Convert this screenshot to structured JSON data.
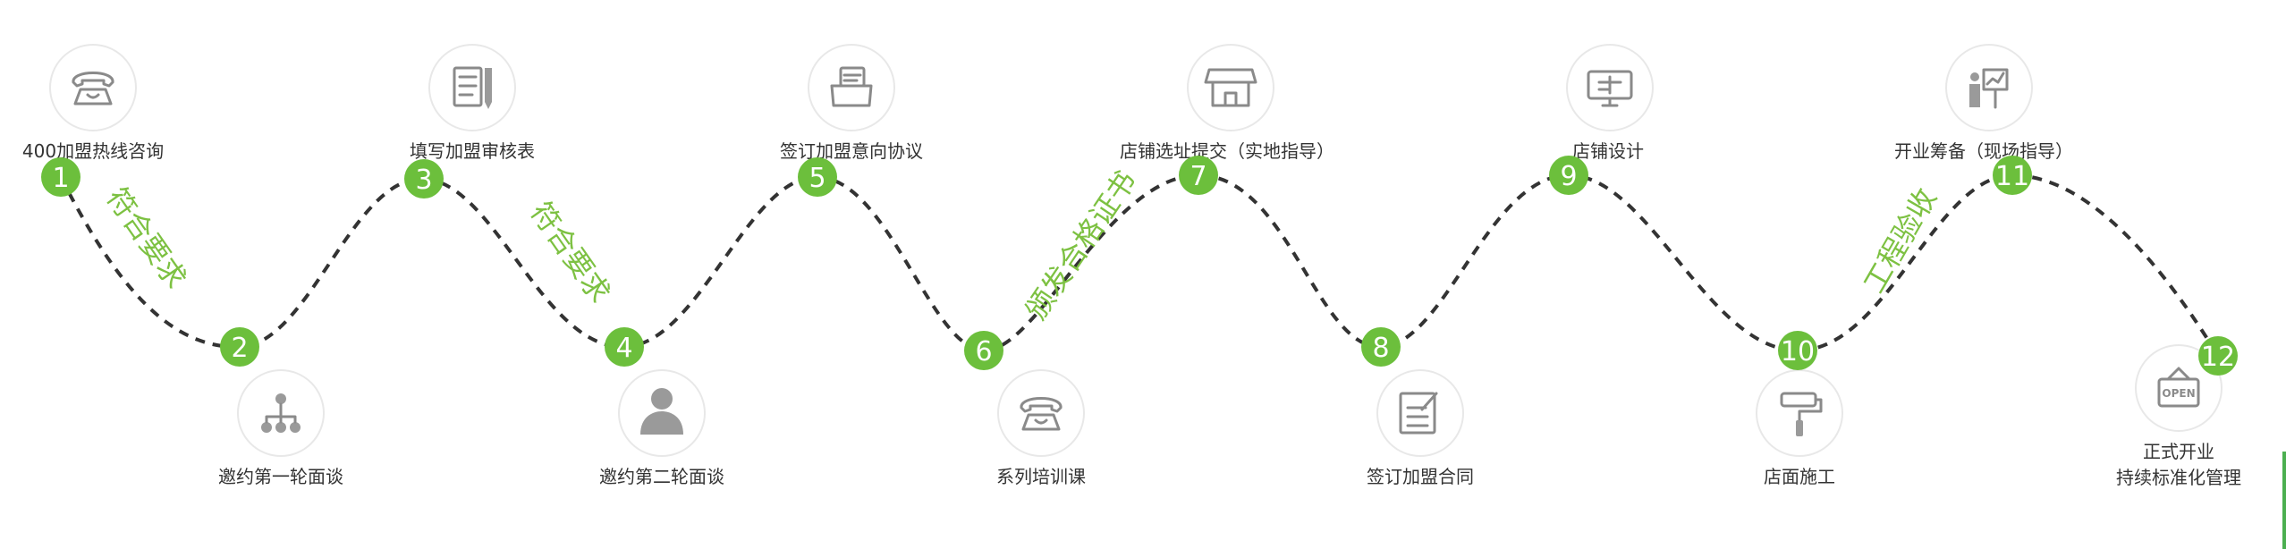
{
  "colors": {
    "accent": "#6cbf3c",
    "note": "#7dc142",
    "path": "#333333",
    "icon": "#8a8a8a"
  },
  "steps": [
    {
      "num": "1",
      "label": "400加盟热线咨询",
      "icon": "phone-icon"
    },
    {
      "num": "2",
      "label": "邀约第一轮面谈",
      "icon": "network-icon"
    },
    {
      "num": "3",
      "label": "填写加盟审核表",
      "icon": "document-icon"
    },
    {
      "num": "4",
      "label": "邀约第二轮面谈",
      "icon": "person-icon"
    },
    {
      "num": "5",
      "label": "签订加盟意向协议",
      "icon": "folder-icon"
    },
    {
      "num": "6",
      "label": "系列培训课",
      "icon": "phone-icon"
    },
    {
      "num": "7",
      "label": "店铺选址提交（实地指导）",
      "icon": "store-icon"
    },
    {
      "num": "8",
      "label": "签订加盟合同",
      "icon": "contract-icon"
    },
    {
      "num": "9",
      "label": "店铺设计",
      "icon": "monitor-icon"
    },
    {
      "num": "10",
      "label": "店面施工",
      "icon": "paint-roller-icon"
    },
    {
      "num": "11",
      "label": "开业筹备（现场指导）",
      "icon": "presentation-icon"
    },
    {
      "num": "12",
      "label": "正式开业",
      "label2": "持续标准化管理",
      "icon": "open-sign-icon"
    }
  ],
  "notes": [
    {
      "text": "符合要求"
    },
    {
      "text": "符合要求"
    },
    {
      "text": "颁发合格证书"
    },
    {
      "text": "工程验收"
    }
  ],
  "open_sign_text": "OPEN"
}
